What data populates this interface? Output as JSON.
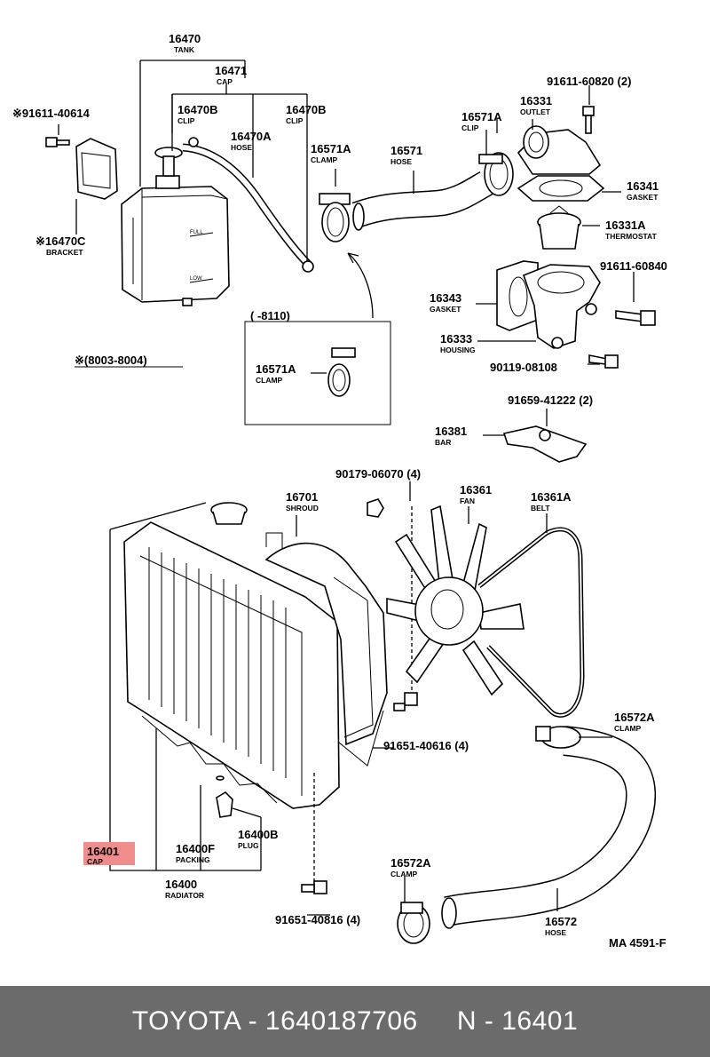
{
  "labels": {
    "tank_pn": "16470",
    "tank_nm": "TANK",
    "cap1_pn": "16471",
    "cap1_nm": "CAP",
    "clip1_pn": "16470B",
    "clip1_nm": "CLIP",
    "clip2_pn": "16470B",
    "clip2_nm": "CLIP",
    "hose1_pn": "16470A",
    "hose1_nm": "HOSE",
    "bolt1_pn": "※91611-40614",
    "bracket_pn": "※16470C",
    "bracket_nm": "BRACKET",
    "clamp1_pn": "16571A",
    "clamp1_nm": "CLAMP",
    "hose2_pn": "16571",
    "hose2_nm": "HOSE",
    "clip3_pn": "16571A",
    "clip3_nm": "CLIP",
    "outlet_pn": "16331",
    "outlet_nm": "OUTLET",
    "bolt2_pn": "91611-60820 (2)",
    "gasket1_pn": "16341",
    "gasket1_nm": "GASKET",
    "thermo_pn": "16331A",
    "thermo_nm": "THERMOSTAT",
    "bolt3_pn": "91611-60840",
    "gasket2_pn": "16343",
    "gasket2_nm": "GASKET",
    "housing_pn": "16333",
    "housing_nm": "HOUSING",
    "bolt4_pn": "90119-08108",
    "range_note": "(      -8110)",
    "clamp2_pn": "16571A",
    "clamp2_nm": "CLAMP",
    "date_note": "※(8003-8004)",
    "bolt5_pn": "91659-41222 (2)",
    "bar_pn": "16381",
    "bar_nm": "BAR",
    "nut_pn": "90179-06070 (4)",
    "shroud_pn": "16701",
    "shroud_nm": "SHROUD",
    "fan_pn": "16361",
    "fan_nm": "FAN",
    "belt_pn": "16361A",
    "belt_nm": "BELT",
    "bolt6_pn": "91651-40616 (4)",
    "clamp3_pn": "16572A",
    "clamp3_nm": "CLAMP",
    "cap2_pn": "16401",
    "cap2_nm": "CAP",
    "packing_pn": "16400F",
    "packing_nm": "PACKING",
    "plug_pn": "16400B",
    "plug_nm": "PLUG",
    "radiator_pn": "16400",
    "radiator_nm": "RADIATOR",
    "clamp4_pn": "16572A",
    "clamp4_nm": "CLAMP",
    "bolt7_pn": "91651-40816 (4)",
    "hose3_pn": "16572",
    "hose3_nm": "HOSE",
    "drawing_code": "MA 4591-F",
    "tank_full": "FULL",
    "tank_low": "LOW"
  },
  "colors": {
    "highlight": "#f08c8c",
    "footer_bg": "#6b6b6b",
    "footer_text": "#ffffff"
  },
  "footer": {
    "text": "TOYOTA - 1640187706     N - 16401"
  }
}
